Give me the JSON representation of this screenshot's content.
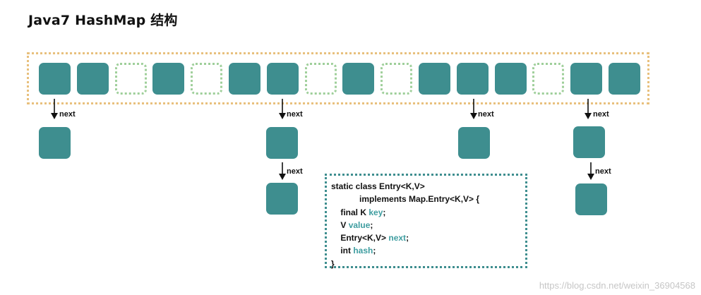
{
  "title": "Java7 HashMap 结构",
  "array": {
    "slots": [
      "filled",
      "filled",
      "empty",
      "filled",
      "empty",
      "filled",
      "filled",
      "empty",
      "filled",
      "empty",
      "filled",
      "filled",
      "filled",
      "empty",
      "filled",
      "filled"
    ]
  },
  "arrow_label": "next",
  "code": {
    "lines": [
      {
        "text": "static class Entry<K,V>",
        "field": ""
      },
      {
        "text": "            implements Map.Entry<K,V> {",
        "field": ""
      },
      {
        "text": "    final K ",
        "field": "key",
        "suffix": ";"
      },
      {
        "text": "    V ",
        "field": "value",
        "suffix": ";"
      },
      {
        "text": "    Entry<K,V> ",
        "field": "next",
        "suffix": ";"
      },
      {
        "text": "    int ",
        "field": "hash",
        "suffix": ";"
      },
      {
        "text": "}",
        "field": ""
      }
    ]
  },
  "watermark": "https://blog.csdn.net/weixin_36904568",
  "colors": {
    "node": "#3e8e8f",
    "empty_slot_border": "#9fcf9a",
    "array_border": "#e8c07d",
    "field_highlight": "#3e9da0"
  }
}
